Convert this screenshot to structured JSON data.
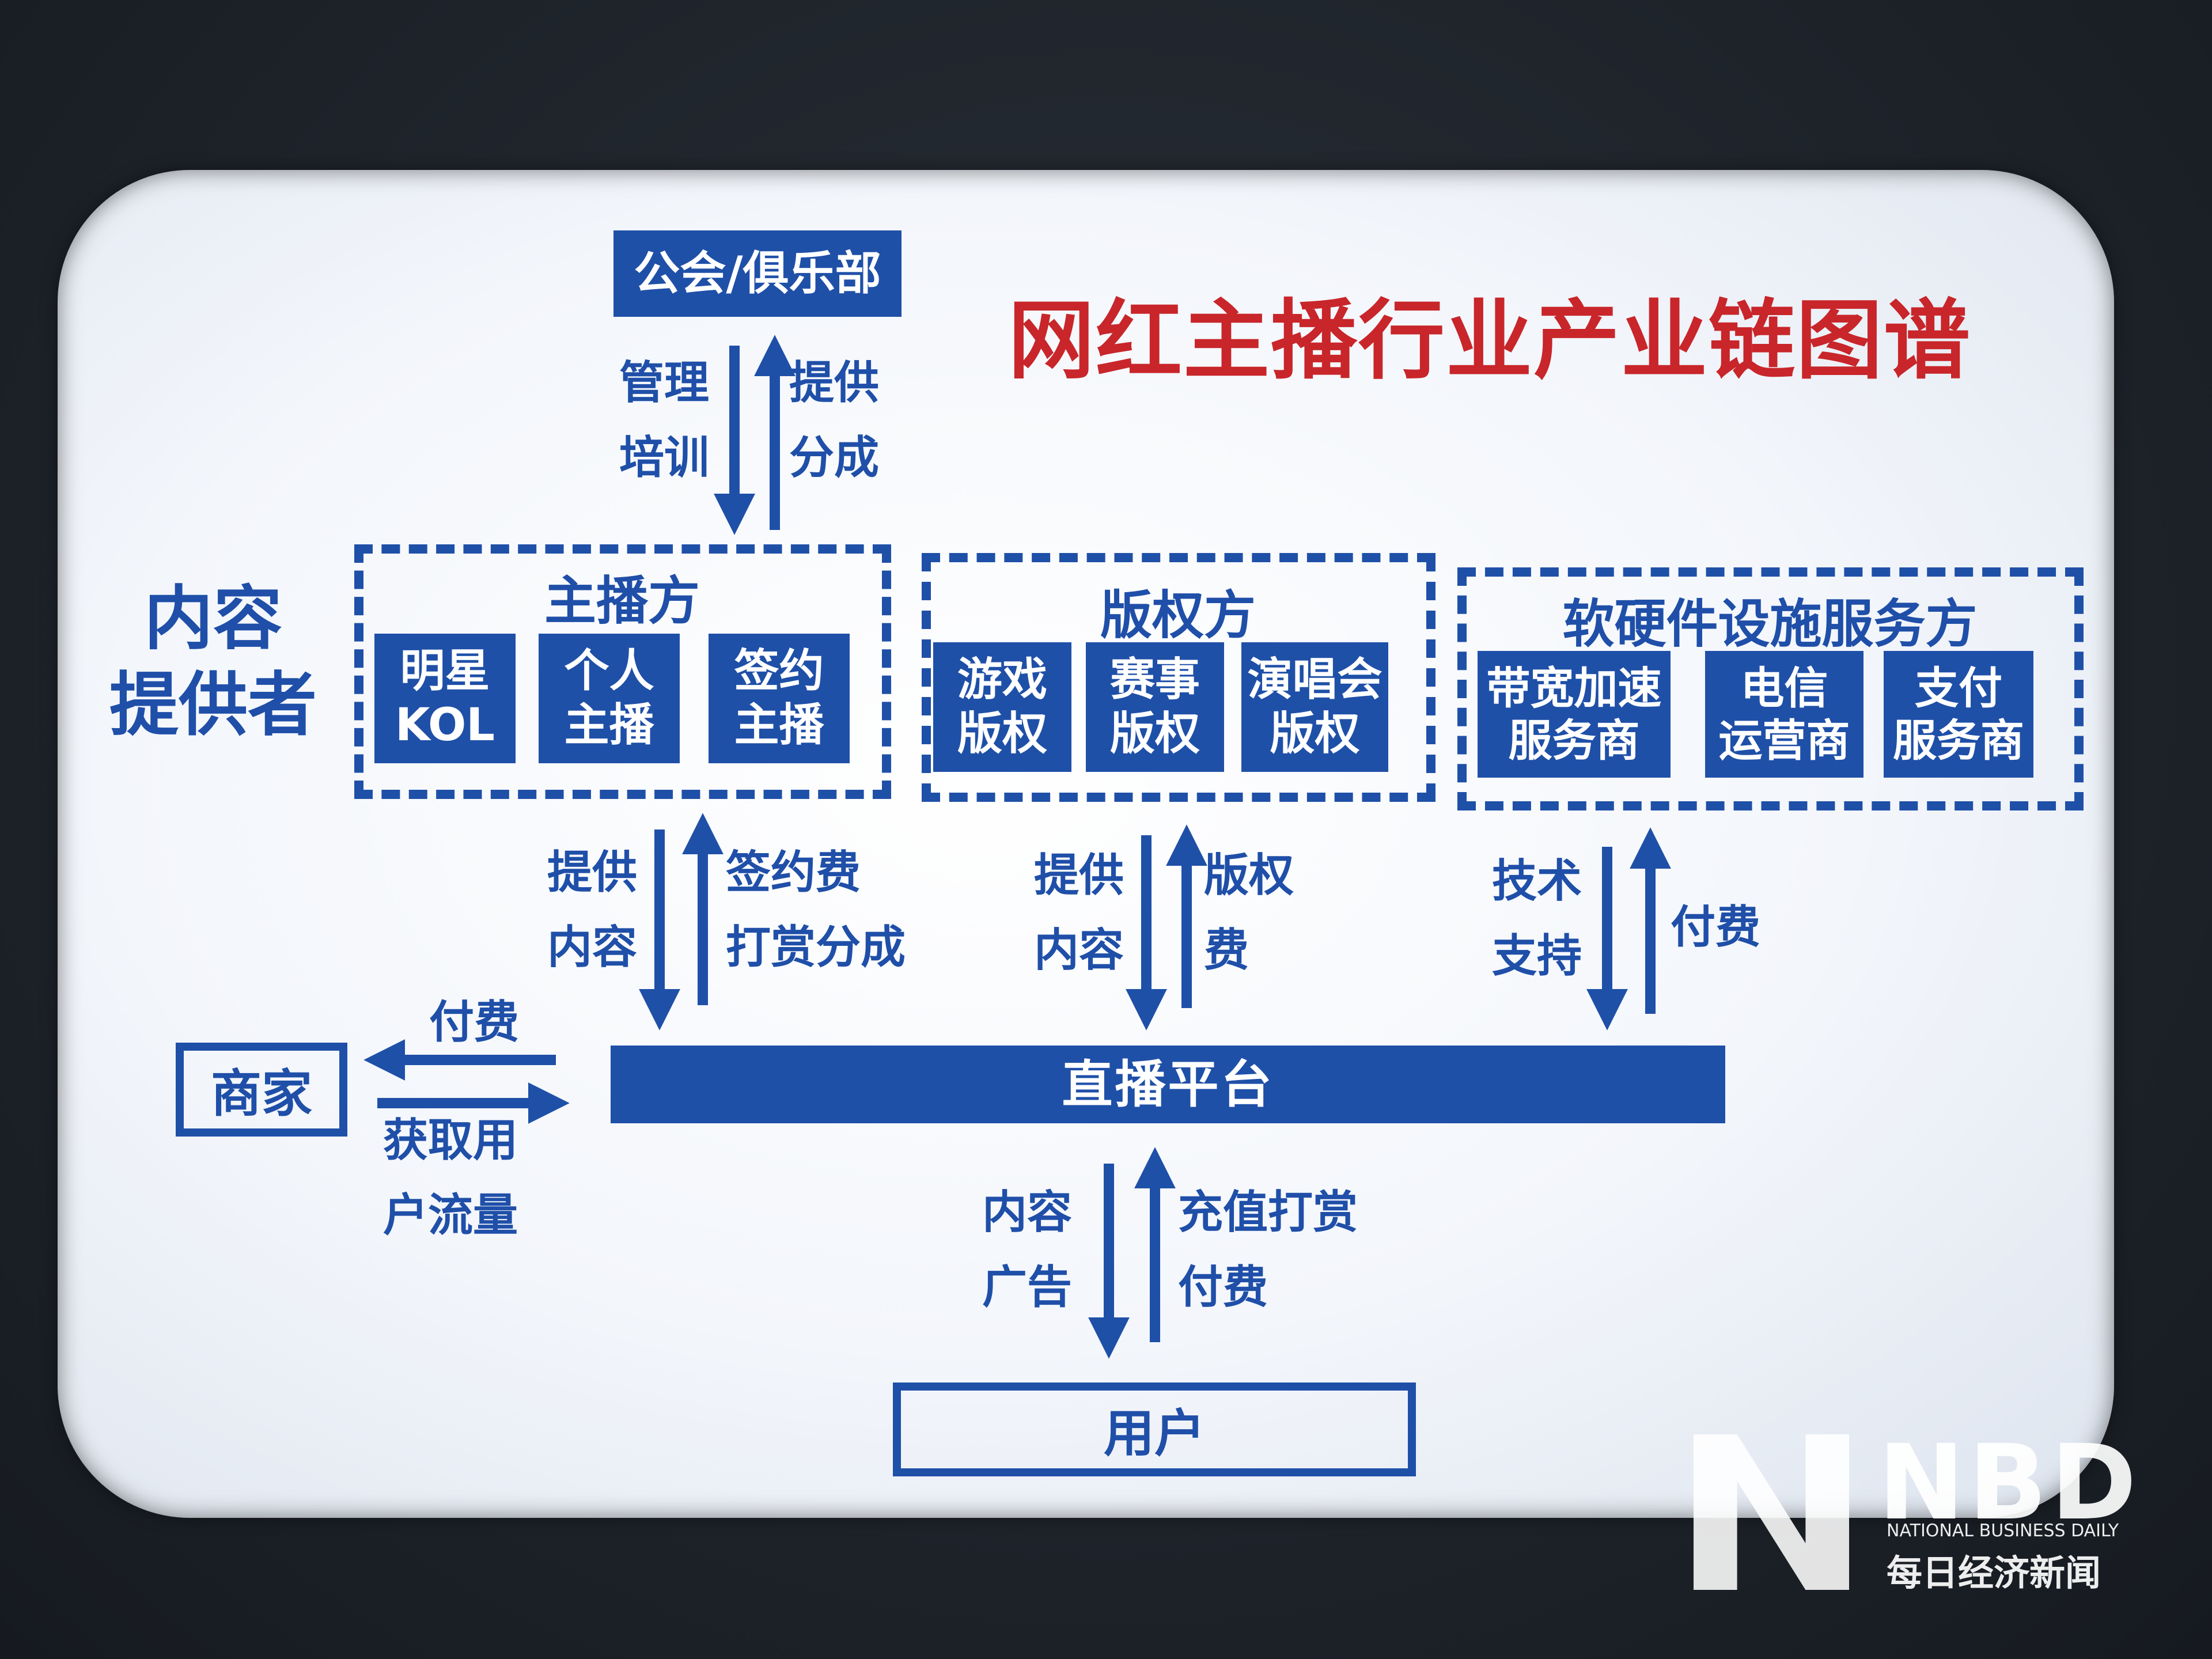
{
  "title": "网红主播行业产业链图谱",
  "guild": "公会/俱乐部",
  "guild_down_label": [
    "管理",
    "培训"
  ],
  "guild_up_label": [
    "提供",
    "分成"
  ],
  "content_provider": [
    "内容",
    "提供者"
  ],
  "anchor_group": {
    "title": "主播方",
    "items": [
      [
        "明星",
        "KOL"
      ],
      [
        "个人",
        "主播"
      ],
      [
        "签约",
        "主播"
      ]
    ]
  },
  "copyright_group": {
    "title": "版权方",
    "items": [
      [
        "游戏",
        "版权"
      ],
      [
        "赛事",
        "版权"
      ],
      [
        "演唱会",
        "版权"
      ]
    ]
  },
  "service_group": {
    "title": "软硬件设施服务方",
    "items": [
      [
        "带宽加速",
        "服务商"
      ],
      [
        "电信",
        "运营商"
      ],
      [
        "支付",
        "服务商"
      ]
    ]
  },
  "anchor_down_label": [
    "提供",
    "内容"
  ],
  "anchor_up_label": [
    "签约费",
    "打赏分成"
  ],
  "copyright_down_label": [
    "提供",
    "内容"
  ],
  "copyright_up_label": [
    "版权",
    "费"
  ],
  "service_down_label": [
    "技术",
    "支持"
  ],
  "service_up_label": [
    "付费"
  ],
  "platform": "直播平台",
  "merchant": "商家",
  "merchant_pay_label": "付费",
  "merchant_gain_label": [
    "获取用",
    "户流量"
  ],
  "user_down_label": [
    "内容",
    "广告"
  ],
  "user_up_label": [
    "充值打赏",
    "付费"
  ],
  "user": "用户",
  "watermark": {
    "name": "NBD",
    "english": "NATIONAL BUSINESS DAILY",
    "chinese": "每日经济新闻"
  }
}
